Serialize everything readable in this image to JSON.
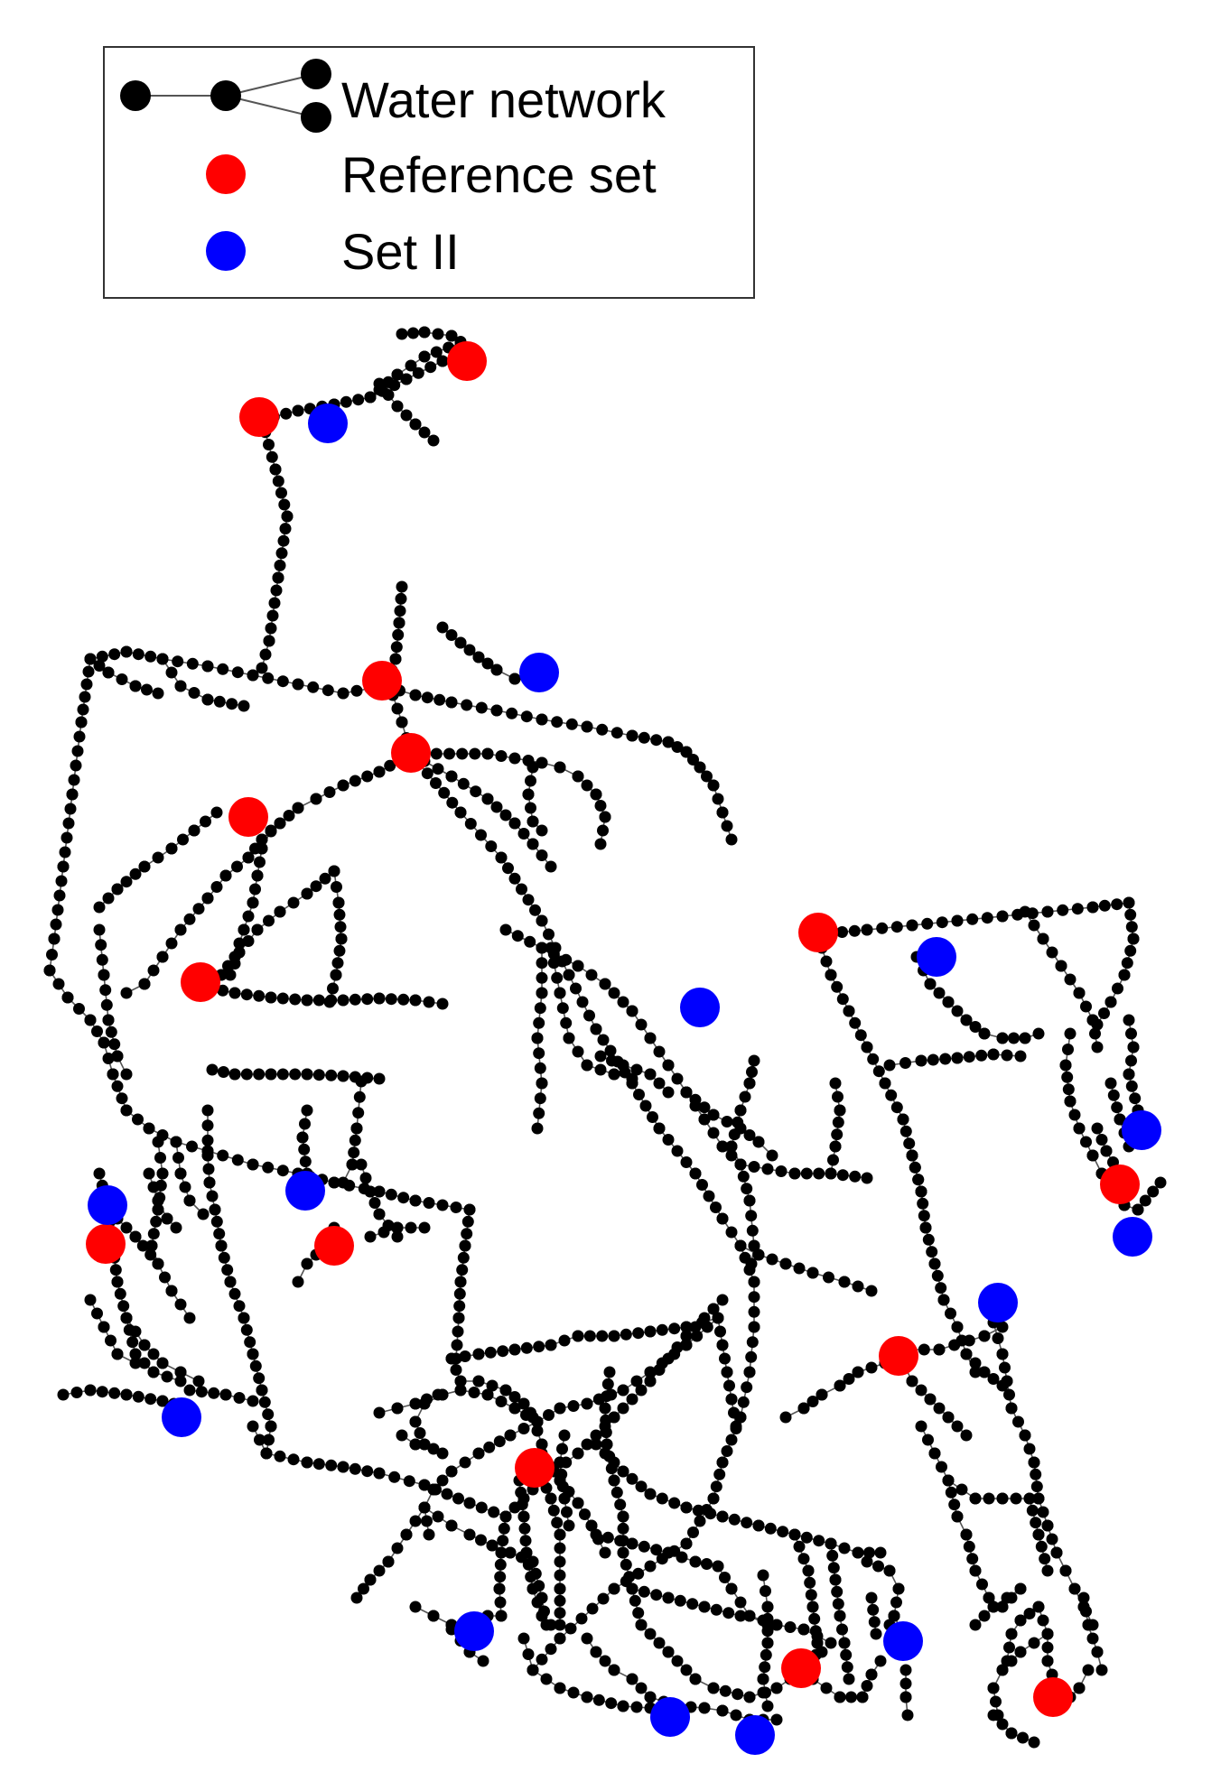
{
  "legend": {
    "water_network_label": "Water network",
    "reference_set_label": "Reference set",
    "set_ii_label": "Set II"
  },
  "colors": {
    "network": "#000000",
    "pipe": "#555555",
    "reference_set": "#ff0000",
    "set_ii": "#0000ff"
  }
}
